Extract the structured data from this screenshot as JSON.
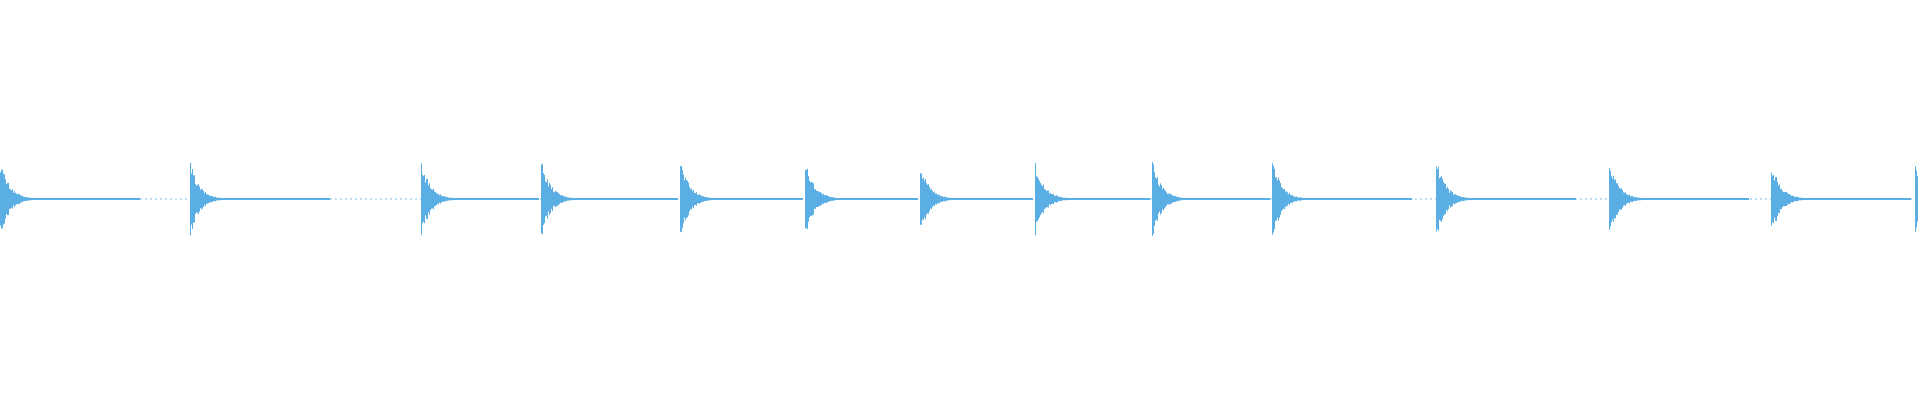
{
  "waveform": {
    "color": "#5aaee3",
    "background": "#ffffff",
    "transients": [
      {
        "t": 0.0,
        "level": 0.95
      },
      {
        "t": 0.099,
        "level": 0.9
      },
      {
        "t": 0.2193,
        "level": 0.94
      },
      {
        "t": 0.2818,
        "level": 0.97
      },
      {
        "t": 0.3542,
        "level": 0.99
      },
      {
        "t": 0.4193,
        "level": 0.95
      },
      {
        "t": 0.4792,
        "level": 0.91
      },
      {
        "t": 0.5391,
        "level": 0.89
      },
      {
        "t": 0.6,
        "level": 0.97
      },
      {
        "t": 0.6625,
        "level": 1.0
      },
      {
        "t": 0.7479,
        "level": 0.98
      },
      {
        "t": 0.838,
        "level": 1.0
      },
      {
        "t": 0.9224,
        "level": 0.93
      },
      {
        "t": 0.9974,
        "level": 0.8
      }
    ]
  }
}
